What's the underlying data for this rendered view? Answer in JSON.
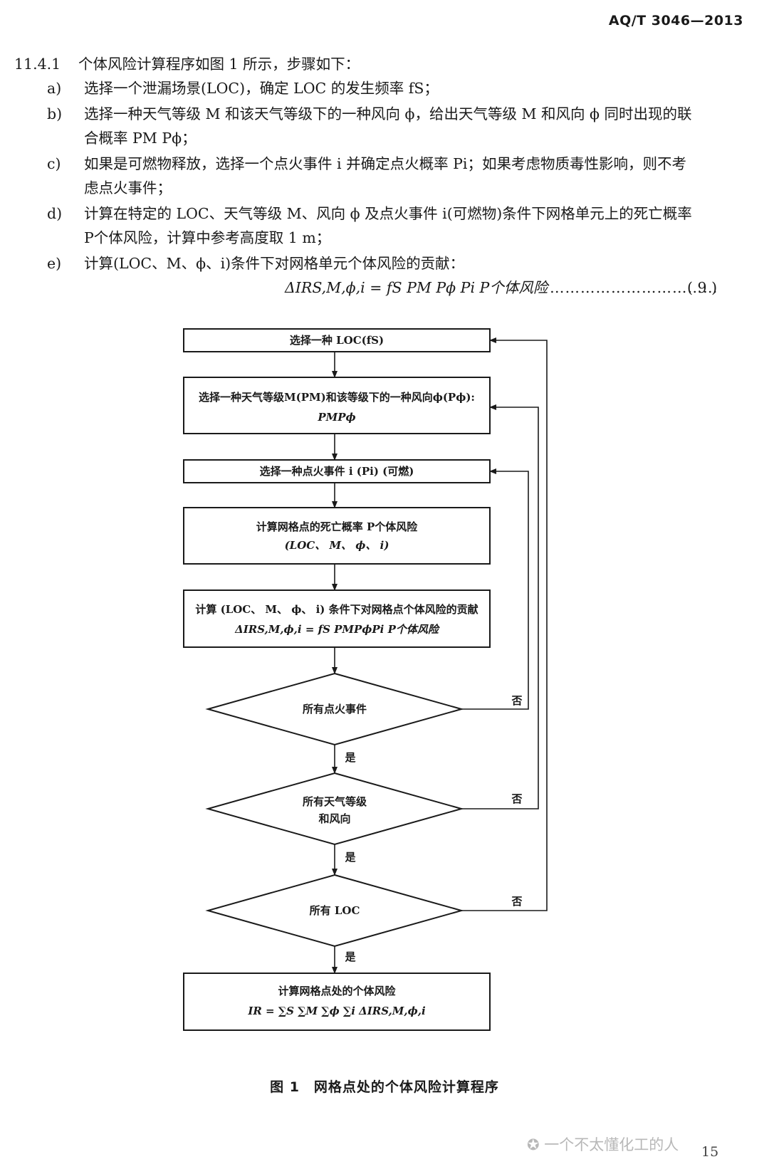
{
  "header": {
    "standard_code": "AQ/T 3046—2013"
  },
  "clause": {
    "number": "11.4.1",
    "intro": "个体风险计算程序如图 1 所示，步骤如下："
  },
  "steps": [
    {
      "mark": "a)",
      "lines": [
        "选择一个泄漏场景(LOC)，确定 LOC 的发生频率 fS；"
      ]
    },
    {
      "mark": "b)",
      "lines": [
        "选择一种天气等级 M 和该天气等级下的一种风向 ϕ，给出天气等级 M 和风向 ϕ 同时出现的联",
        "合概率 PM Pϕ；"
      ]
    },
    {
      "mark": "c)",
      "lines": [
        "如果是可燃物释放，选择一个点火事件 i 并确定点火概率 Pi；如果考虑物质毒性影响，则不考",
        "虑点火事件；"
      ]
    },
    {
      "mark": "d)",
      "lines": [
        "计算在特定的 LOC、天气等级 M、风向 ϕ 及点火事件 i(可燃物)条件下网格单元上的死亡概率",
        "P个体风险，计算中参考高度取 1 m；"
      ]
    },
    {
      "mark": "e)",
      "lines": [
        "计算(LOC、M、ϕ、i)条件下对网格单元个体风险的贡献："
      ]
    }
  ],
  "equation": {
    "text": "ΔIRS,M,ϕ,i = fS PM Pϕ Pi P个体风险",
    "leader": "……………………………",
    "number": "( 9 )"
  },
  "flowchart": {
    "box1": "选择一种 LOC(fS)",
    "box2_line1": "选择一种天气等级M(PM)和该等级下的一种风向ϕ(Pϕ):",
    "box2_line2": "PMPϕ",
    "box3": "选择一种点火事件 i (Pi) (可燃)",
    "box4_line1": "计算网格点的死亡概率 P个体风险",
    "box4_line2": "(LOC、 M、 ϕ、 i)",
    "box5_line1": "计算 (LOC、 M、 ϕ、 i) 条件下对网格点个体风险的贡献",
    "box5_line2": "ΔIRS,M,ϕ,i = fS PMPϕPi P个体风险",
    "d1": "所有点火事件",
    "d2_line1": "所有天气等级",
    "d2_line2": "和风向",
    "d3": "所有 LOC",
    "box6_line1": "计算网格点处的个体风险",
    "box6_line2": "IR = ∑S ∑M ∑ϕ ∑i ΔIRS,M,ϕ,i",
    "yes_label": "是",
    "no_label": "否"
  },
  "figure_caption": "图 1　网格点处的个体风险计算程序",
  "page_number": "15",
  "watermark": "一个不太懂化工的人"
}
